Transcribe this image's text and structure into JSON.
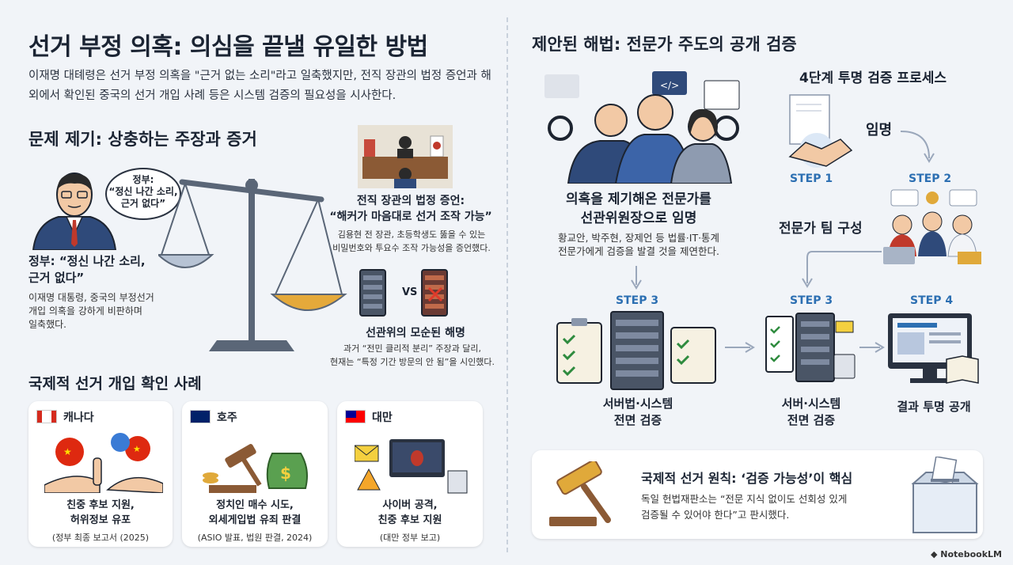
{
  "title": "선거 부정 의혹: 의심을 끝낼 유일한 방법",
  "intro": "이재명 대톄령은 선거 부정 의혹을 \"근거 없는 소리\"라고 일축했지만, 전직 장관의 법정 증언과 해외에서 확인된 중국의 선거 개입 사례 등은 시스템 검증의 필요성을 시사한다.",
  "problem": {
    "heading": "문제 제기: 상충하는 주장과 증거",
    "bubble": "정부:\n“정신 나간 소리,\n근거 없다”",
    "gov_title": "정부: “정신 나간 소리,\n근거 없다”",
    "gov_text": "이재명 대통령, 중국의 부정선거\n개입 의혹을 강하게 비판하며\n일축했다.",
    "testimony_title": "전직 장관의 법정 증언:\n“해커가 마음대로 선거 조작 가능”",
    "testimony_text": "김용현 전 장관, 초등학생도 뚫을 수 있는\n비밀번호와 투요수 조작 가능성을 증언했다.",
    "vs": "VS",
    "commission_title": "선관위의 모순된 해명",
    "commission_text": "과거 “전민 클리적 분리” 주장과 달리,\n현재는 “특정 기간 방문의 안 됨”을 시인했다."
  },
  "international": {
    "heading": "국제적 선거 개입 확인 사례",
    "cards": [
      {
        "country": "캐나다",
        "text": "친중 후보 지원,\n허위정보 유포",
        "source": "(정부 최종 보고서 (2025)"
      },
      {
        "country": "호주",
        "text": "정치인 매수 시도,\n외세게입법 유죄 판결",
        "source": "(ASIO 발표, 법원 판결, 2024)"
      },
      {
        "country": "대만",
        "text": "사이버 공격,\n친중 후보 지원",
        "source": "(대만 정부 보고)"
      }
    ]
  },
  "solution": {
    "heading": "제안된 해법: 전문가 주도의 공개 검증",
    "proposal_title": "의혹을 제기해온 전문가를\n선관위원장으로 임명",
    "proposal_text": "황교안, 박주현, 장제언 등 법률·IT·통계\n전문가에게 검증을 발결 것을 제연한다.",
    "process_title": "4단계 투명 검증 프로세스",
    "appoint_label": "임명",
    "team_label": "전문가 팀 구성",
    "steps": [
      "STEP 1",
      "STEP 2",
      "STEP 3",
      "STEP 3",
      "STEP 4"
    ],
    "server_label_left": "서버법·시스템\n전면 검증",
    "server_label_mid": "서버·시스템\n전면 검증",
    "publish_label": "결과 투명 공개",
    "principle_title": "국제적 선거 원칙: ‘검증 가능성’이 핵심",
    "principle_text": "독일 헌법재판소는 “전문 지식 없이도 선회성 있게\n검증될 수 있어야 한다”고 판시했다."
  },
  "brand": "NotebookLM",
  "colors": {
    "accent": "#2c6fb2",
    "gold": "#e0a93a",
    "ink": "#1d2430"
  }
}
